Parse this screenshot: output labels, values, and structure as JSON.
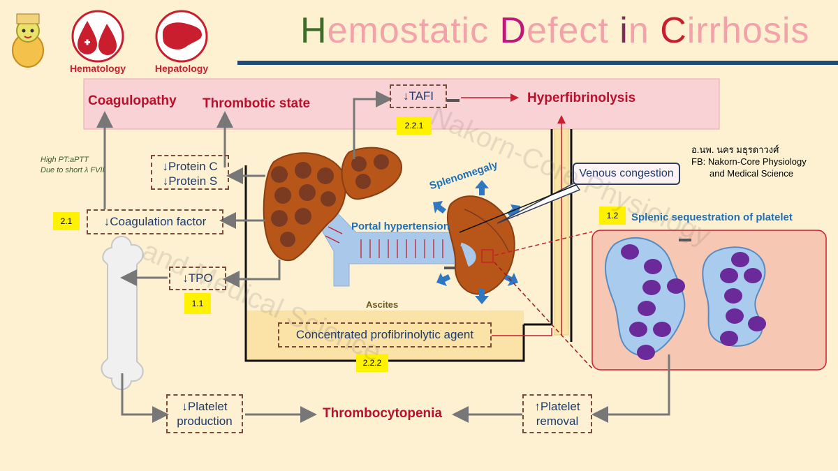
{
  "title": {
    "parts": [
      {
        "text": "H",
        "color": "#3f6b2a"
      },
      {
        "text": "emostatic ",
        "color": "#f1a3a9"
      },
      {
        "text": "D",
        "color": "#c0187a"
      },
      {
        "text": "efect ",
        "color": "#f1a3a9"
      },
      {
        "text": "i",
        "color": "#7b2c57"
      },
      {
        "text": "n ",
        "color": "#f1a3a9"
      },
      {
        "text": "C",
        "color": "#c81e2d"
      },
      {
        "text": "irrhosis",
        "color": "#f1a3a9"
      }
    ]
  },
  "logos": {
    "hematology": "Hematology",
    "hepatology": "Hepatology"
  },
  "headers": {
    "coagulopathy": "Coagulopathy",
    "thrombotic": "Thrombotic state",
    "hyperfibrinolysis": "Hyperfibrinolysis",
    "thrombocytopenia": "Thrombocytopenia"
  },
  "boxes": {
    "tafi": "↓TAFI",
    "protein_c": "↓Protein C",
    "protein_s": "↓Protein S",
    "coag_factor": "↓Coagulation factor",
    "tpo": "↓TPO",
    "profibrinolytic": "Concentrated profibrinolytic agent",
    "platelet_production_1": "↓Platelet",
    "platelet_production_2": "production",
    "platelet_removal_1": "↑Platelet",
    "platelet_removal_2": "removal"
  },
  "tags": {
    "t221": "2.2.1",
    "t21": "2.1",
    "t11": "1.1",
    "t12": "1.2",
    "t222": "2.2.2"
  },
  "notes": {
    "pt_line1": "High PT:aPTT",
    "pt_line2": "Due to short λ FVII"
  },
  "credit": {
    "line1": "อ.นพ. นคร มธุรดาวงศ์",
    "line2": "FB: Nakorn-Core Physiology",
    "line3": "and Medical Science"
  },
  "labels": {
    "splenomegaly": "Splenomegaly",
    "portal_htn": "Portal hypertension",
    "venous": "Venous congestion",
    "splenic_seq": "Splenic sequestration of platelet",
    "ascites": "Ascites"
  },
  "watermark": {
    "line1": "Nakorn-Core Physiology",
    "line2": "and Medical Science"
  },
  "colors": {
    "band": "#f9d2d6",
    "liver": "#b8561a",
    "liver_spot": "#7a3b22",
    "vessel": "#a9c8ea",
    "ascites": "#fbe2a6",
    "spleen_panel": "#f6c7b3",
    "platelet_cell": "#a9ccee",
    "granule": "#6a2a9a"
  }
}
